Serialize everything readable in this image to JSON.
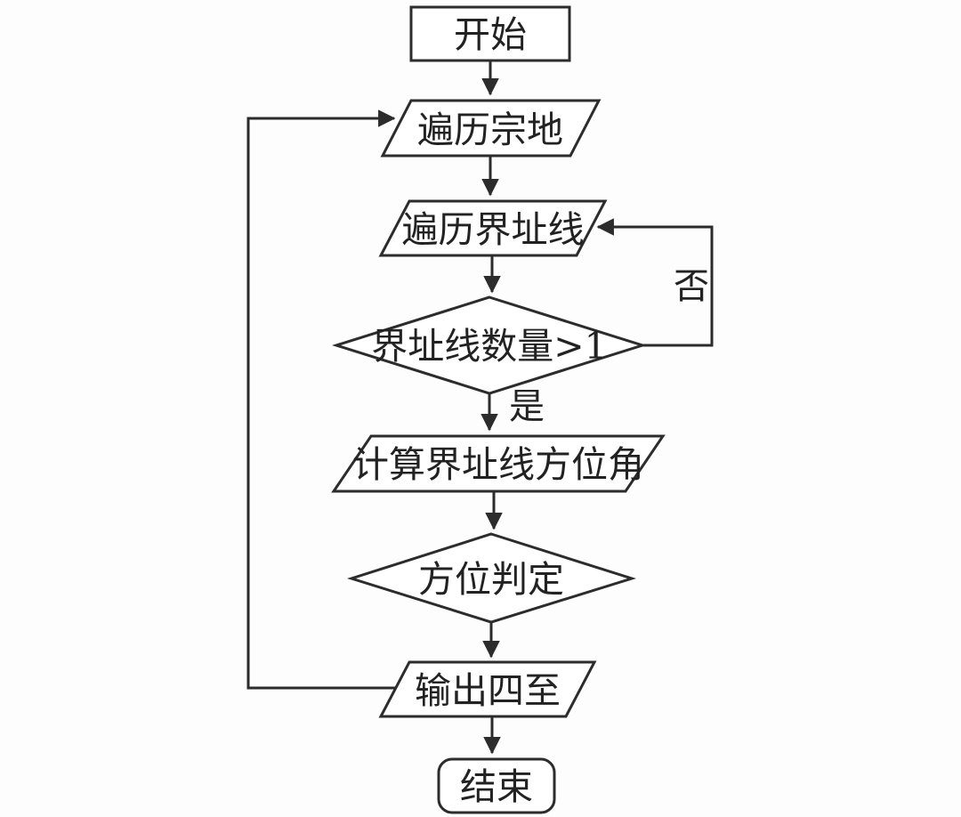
{
  "diagram": {
    "type": "flowchart",
    "colors": {
      "stroke": "#2c2c2c",
      "text": "#222222",
      "background": "#fdfdfd",
      "shape_fill": "#ffffff"
    },
    "nodes": {
      "start": {
        "label": "开始",
        "shape": "rectangle"
      },
      "iterate_parcels": {
        "label": "遍历宗地",
        "shape": "parallelogram"
      },
      "iterate_boundary_lines": {
        "label": "遍历界址线",
        "shape": "parallelogram"
      },
      "boundary_line_count_check": {
        "label": "界址线数量>1",
        "shape": "diamond"
      },
      "calculate_azimuth": {
        "label": "计算界址线方位角",
        "shape": "parallelogram"
      },
      "direction_judgment": {
        "label": "方位判定",
        "shape": "diamond"
      },
      "output_four_boundaries": {
        "label": "输出四至",
        "shape": "parallelogram"
      },
      "end": {
        "label": "结束",
        "shape": "rounded-rectangle"
      }
    },
    "edge_labels": {
      "yes": "是",
      "no": "否"
    }
  }
}
